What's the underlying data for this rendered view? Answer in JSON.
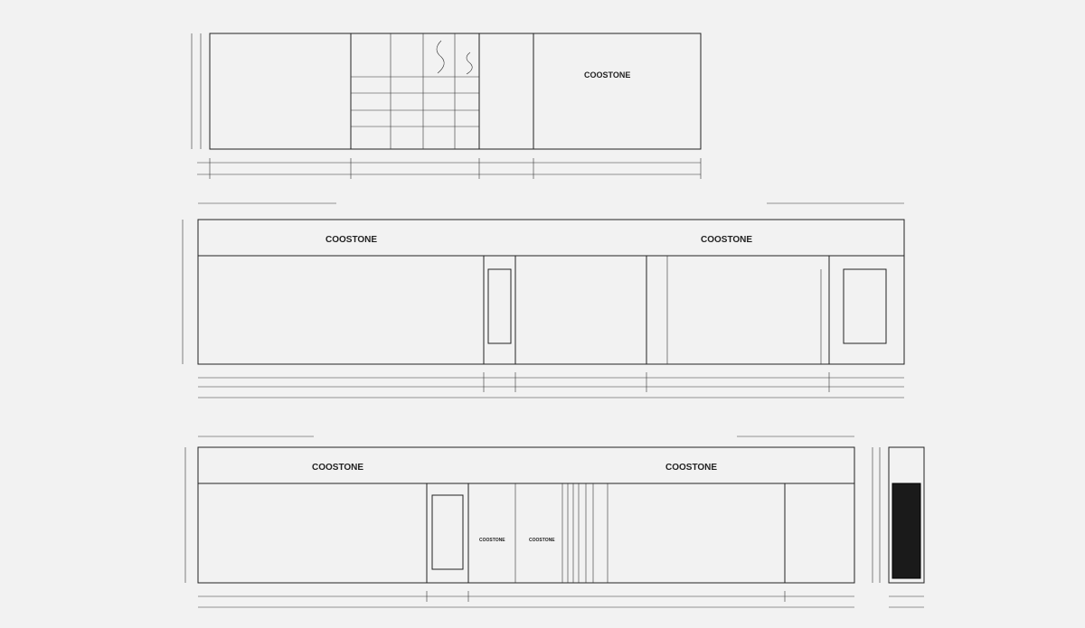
{
  "drawing": {
    "brand_text": "COOSTONE",
    "colors": {
      "background": "#f2f2f2",
      "line": "#222222",
      "dark_panel": "#1a1a1a"
    },
    "elevations": [
      {
        "name": "top-elevation",
        "logo_text": "COOSTONE"
      },
      {
        "name": "middle-elevation",
        "logo_texts": [
          "COOSTONE",
          "COOSTONE"
        ]
      },
      {
        "name": "bottom-elevation",
        "logo_texts": [
          "COOSTONE",
          "COOSTONE"
        ],
        "door_labels": [
          "COOSTONE",
          "COOSTONE"
        ]
      },
      {
        "name": "side-elevation"
      }
    ]
  }
}
